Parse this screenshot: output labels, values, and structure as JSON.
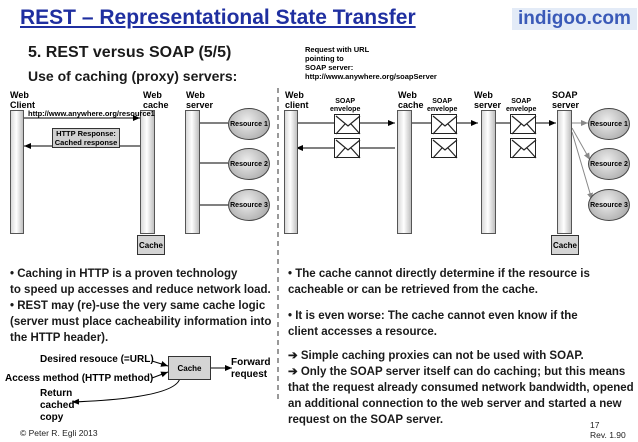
{
  "header": {
    "title": "REST – Representational State Transfer",
    "brand": "indigoo.com",
    "subtitle": "5. REST versus SOAP (5/5)",
    "subtitle2": "Use of caching (proxy) servers:"
  },
  "left_diagram": {
    "web_client": "Web\nClient",
    "web_cache": "Web\ncache",
    "web_server": "Web\nserver",
    "url": "http://www.anywhere.org/resource1",
    "response": "HTTP Response:\nCached response",
    "resources": [
      "Resource 1",
      "Resource 2",
      "Resource 3"
    ],
    "cache_label": "Cache"
  },
  "right_diagram": {
    "request_note": "Request with URL\npointing to\nSOAP server:\nhttp://www.anywhere.org/soapServer",
    "web_client": "Web\nclient",
    "web_cache": "Web\ncache",
    "web_server": "Web\nserver",
    "soap_server": "SOAP\nserver",
    "soap_envelope": "SOAP\nenvelope",
    "resources": [
      "Resource 1",
      "Resource 2",
      "Resource 3"
    ],
    "cache_label": "Cache"
  },
  "left_text": {
    "p1": "• Caching in HTTP is a proven technology\nto speed up accesses and reduce network load.",
    "p2": "• REST may (re)-use the very same cache logic\n(server must place cacheability information into\nthe HTTP header)."
  },
  "right_text": {
    "p1": "• The cache cannot directly determine if the resource is\ncacheable or can be retrieved from the cache.",
    "p2": "• It is even worse: The cache cannot even know if the\nclient accesses a resource.",
    "p3": "➔ Simple caching proxies can not be used with SOAP.\n➔ Only the SOAP server itself can do caching; but this means\nthat the request already consumed network bandwidth, opened\nan additional connection to the web server and started a new\nrequest on the SOAP server."
  },
  "bottom_diagram": {
    "desired": "Desired resouce (=URL)",
    "access": "Access method (HTTP method)",
    "cache": "Cache",
    "forward": "Forward\nrequest",
    "return": "Return\ncached\ncopy"
  },
  "footer": {
    "copyright": "© Peter R. Egli 2013",
    "page": "17",
    "rev": "Rev. 1.90"
  }
}
